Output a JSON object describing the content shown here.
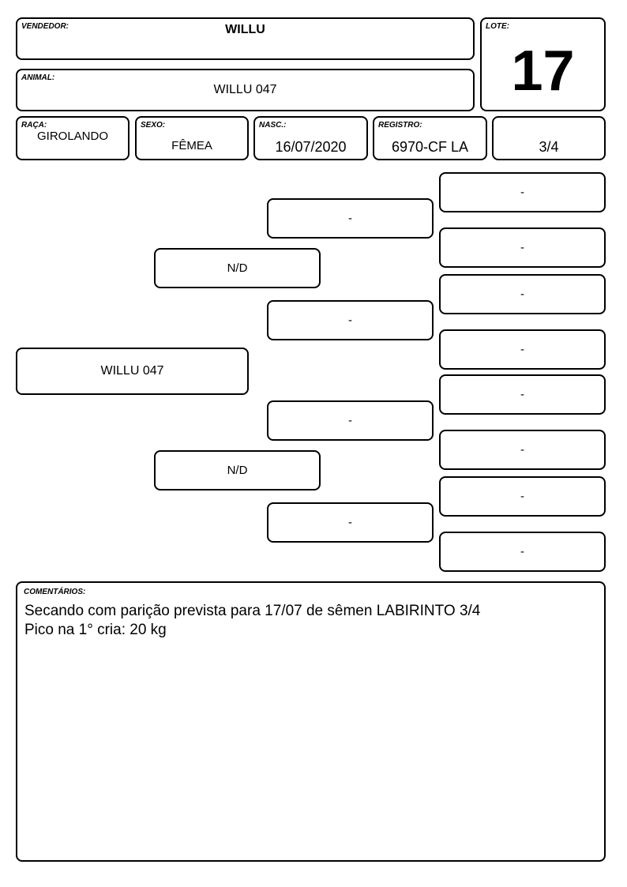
{
  "header": {
    "vendedor_label": "VENDEDOR:",
    "vendedor_value": "WILLU",
    "lote_label": "LOTE:",
    "lote_value": "17",
    "animal_label": "ANIMAL:",
    "animal_value": "WILLU 047"
  },
  "details": {
    "raca_label": "RAÇA:",
    "raca_value": "GIROLANDO",
    "sexo_label": "SEXO:",
    "sexo_value": "FÊMEA",
    "nasc_label": "NASC.:",
    "nasc_value": "16/07/2020",
    "registro_label": "REGISTRO:",
    "registro_value": "6970-CF LA",
    "grau_value": "3/4"
  },
  "pedigree": {
    "animal": "WILLU 047",
    "sire": "N/D",
    "dam": "N/D",
    "sire_sire": "-",
    "sire_dam": "-",
    "dam_sire": "-",
    "dam_dam": "-",
    "g3": [
      "-",
      "-",
      "-",
      "-",
      "-",
      "-",
      "-",
      "-"
    ]
  },
  "comments": {
    "label": "COMENTÁRIOS:",
    "line1": "Secando com parição prevista para 17/07 de sêmen LABIRINTO 3/4",
    "line2": "Pico na 1° cria: 20 kg"
  }
}
